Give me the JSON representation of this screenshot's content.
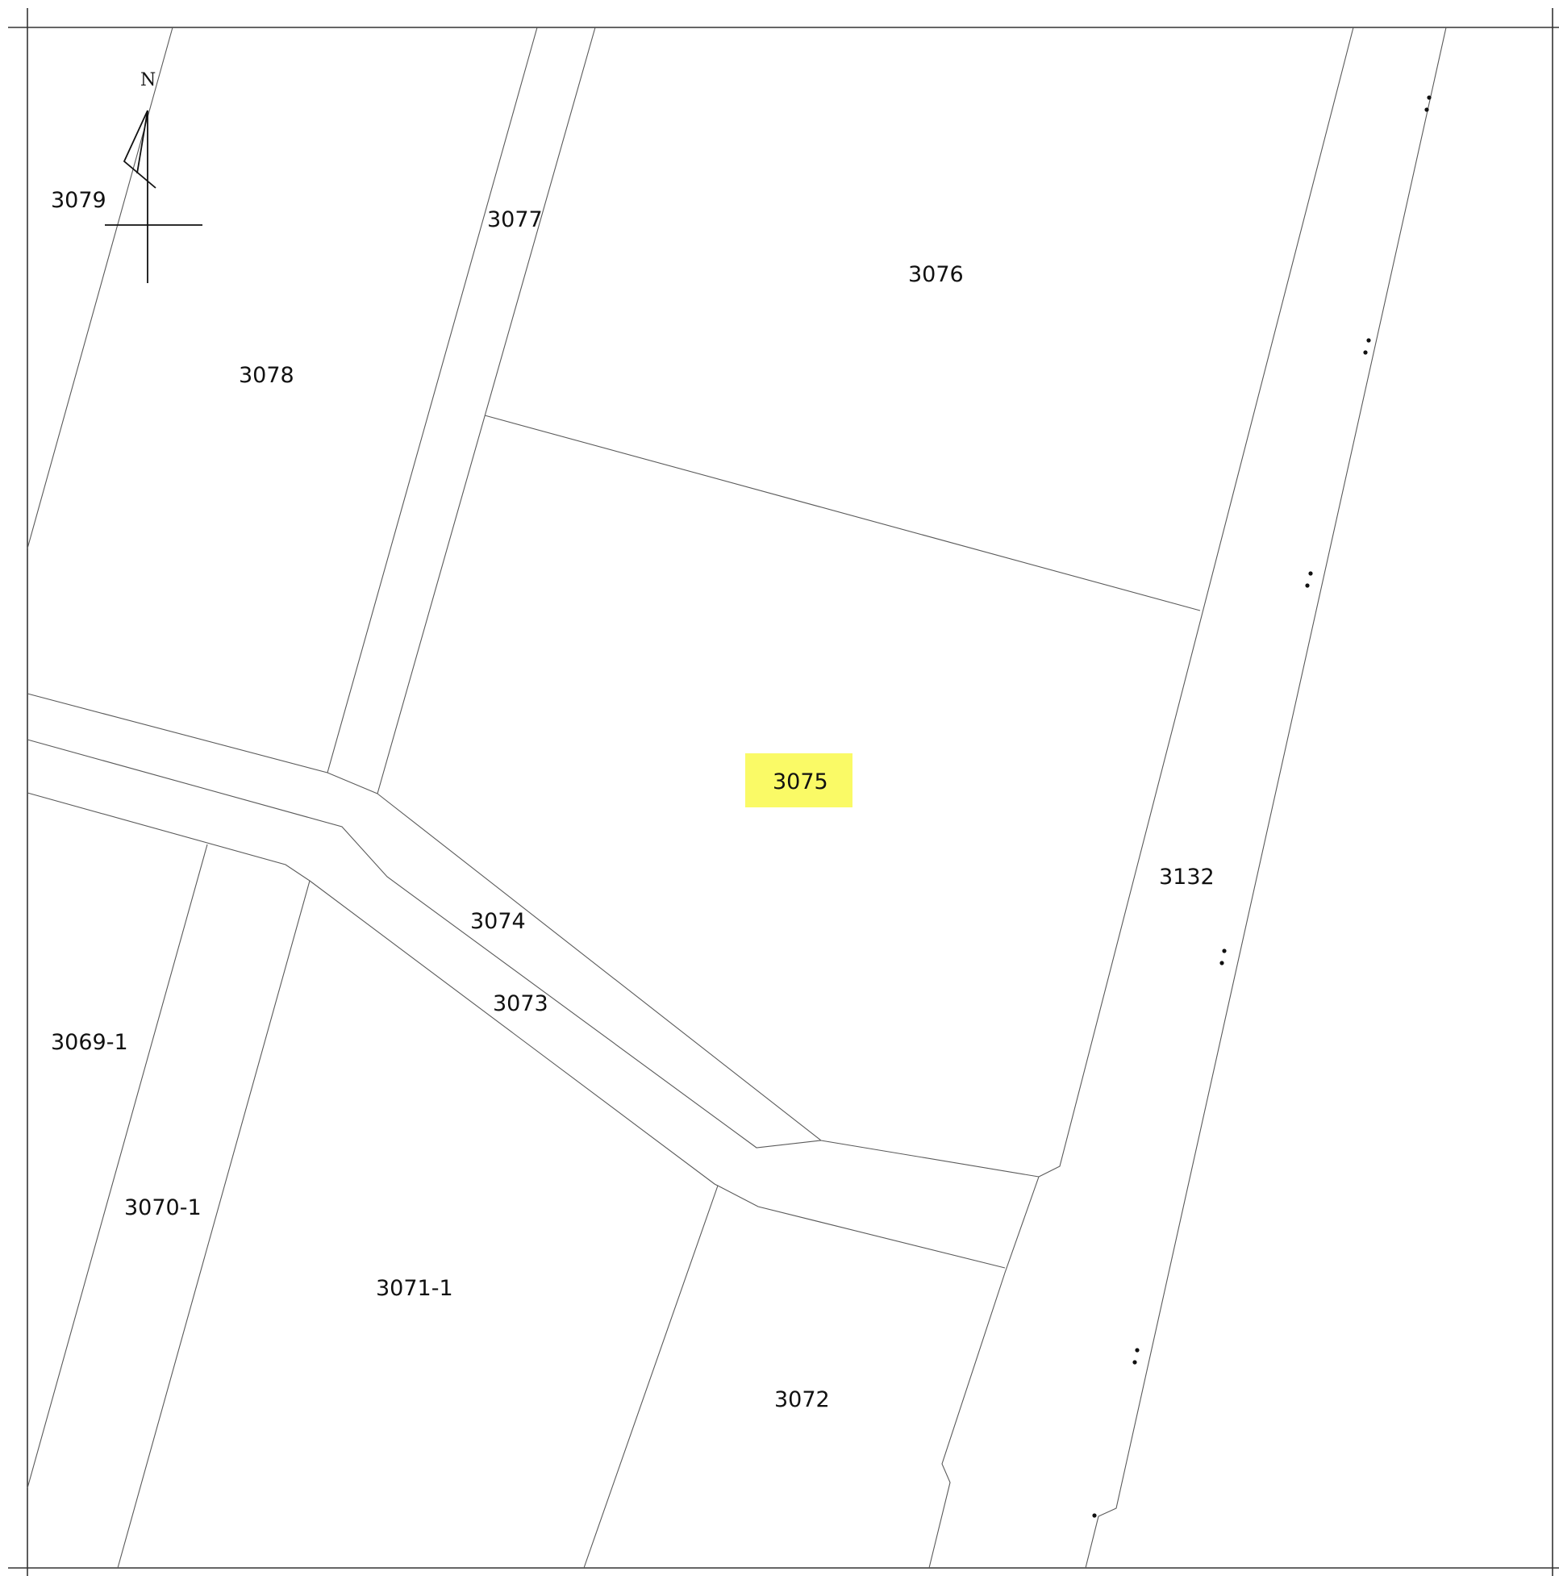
{
  "map": {
    "compass_label": "N",
    "highlight_color": "#fafa66",
    "parcels": [
      {
        "id": "3079",
        "label": "3079"
      },
      {
        "id": "3078",
        "label": "3078"
      },
      {
        "id": "3077",
        "label": "3077"
      },
      {
        "id": "3076",
        "label": "3076"
      },
      {
        "id": "3075",
        "label": "3075",
        "highlighted": true
      },
      {
        "id": "3074",
        "label": "3074"
      },
      {
        "id": "3073",
        "label": "3073"
      },
      {
        "id": "3132",
        "label": "3132"
      },
      {
        "id": "3069-1",
        "label": "3069-1"
      },
      {
        "id": "3070-1",
        "label": "3070-1"
      },
      {
        "id": "3071-1",
        "label": "3071-1"
      },
      {
        "id": "3072",
        "label": "3072"
      }
    ]
  }
}
